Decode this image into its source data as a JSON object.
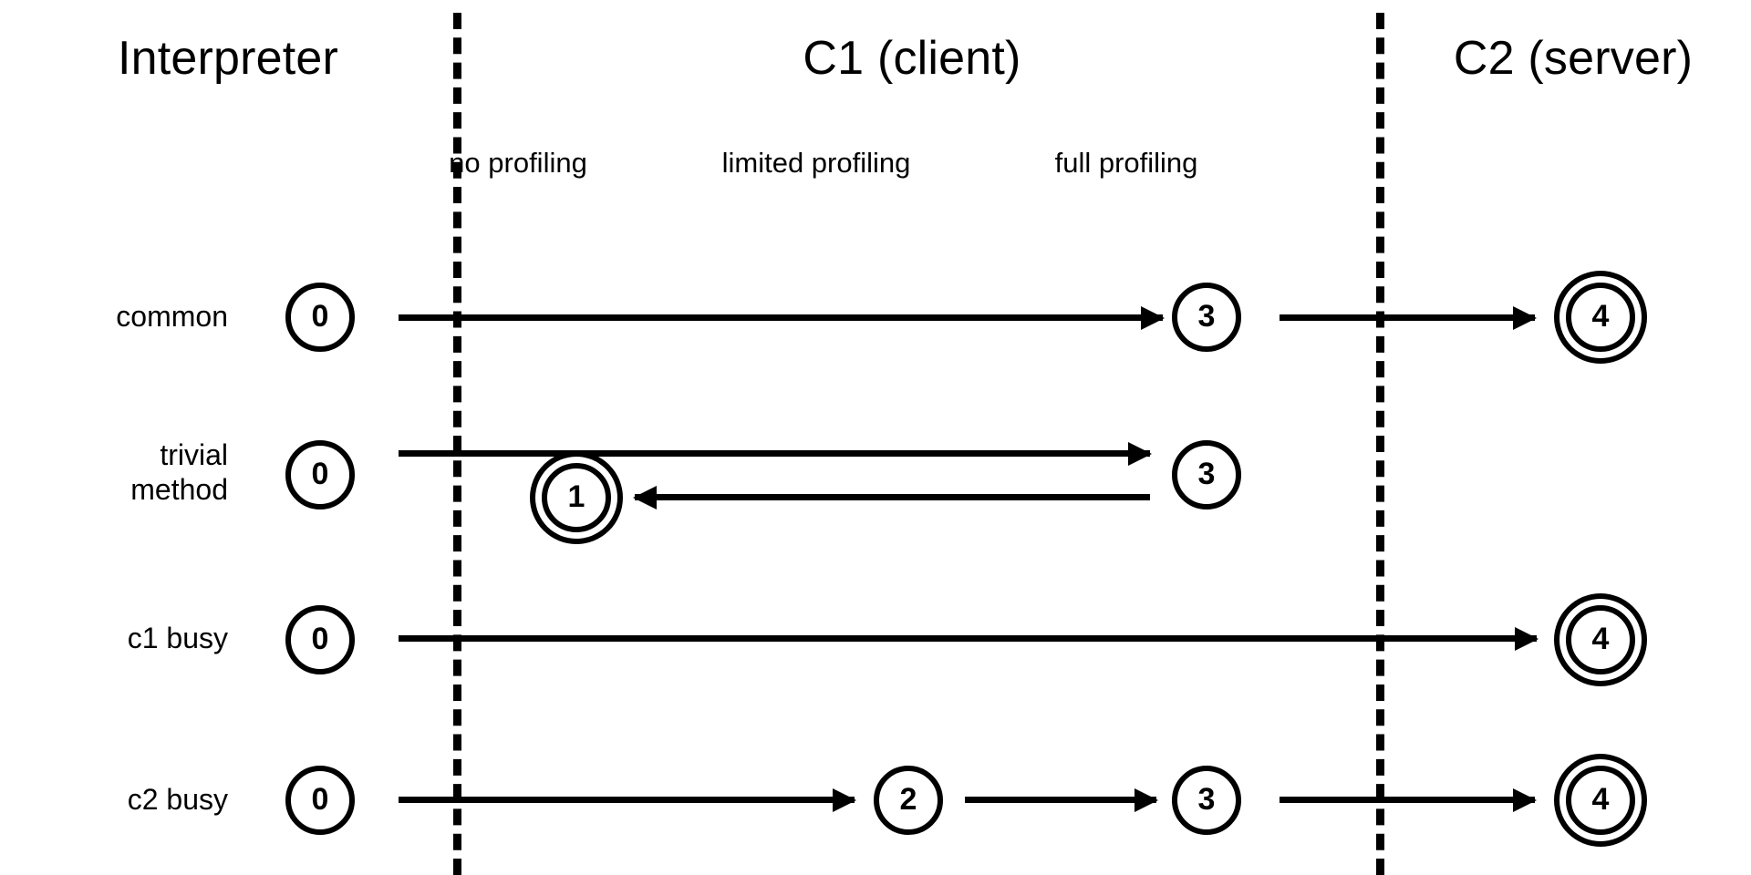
{
  "diagram": {
    "title_caption": "",
    "type": "state-transition-lanes",
    "colors": {
      "stroke": "#000000",
      "background": "#ffffff"
    },
    "zones": [
      {
        "id": "interpreter",
        "label": "Interpreter"
      },
      {
        "id": "c1",
        "label": "C1 (client)"
      },
      {
        "id": "c2",
        "label": "C2 (server)"
      }
    ],
    "phases": [
      {
        "id": "no-profiling",
        "label": "no profiling"
      },
      {
        "id": "limited-profiling",
        "label": "limited profiling"
      },
      {
        "id": "full-profiling",
        "label": "full profiling"
      }
    ],
    "rows": [
      {
        "id": "common",
        "label": "common",
        "nodes": [
          {
            "value": "0",
            "accepting": false
          },
          {
            "value": "3",
            "accepting": false
          },
          {
            "value": "4",
            "accepting": true
          }
        ]
      },
      {
        "id": "trivial-method",
        "label": "trivial\nmethod",
        "nodes": [
          {
            "value": "0",
            "accepting": false
          },
          {
            "value": "3",
            "accepting": false
          },
          {
            "value": "1",
            "accepting": true
          }
        ]
      },
      {
        "id": "c1-busy",
        "label": "c1 busy",
        "nodes": [
          {
            "value": "0",
            "accepting": false
          },
          {
            "value": "4",
            "accepting": true
          }
        ]
      },
      {
        "id": "c2-busy",
        "label": "c2 busy",
        "nodes": [
          {
            "value": "0",
            "accepting": false
          },
          {
            "value": "2",
            "accepting": false
          },
          {
            "value": "3",
            "accepting": false
          },
          {
            "value": "4",
            "accepting": true
          }
        ]
      }
    ]
  }
}
